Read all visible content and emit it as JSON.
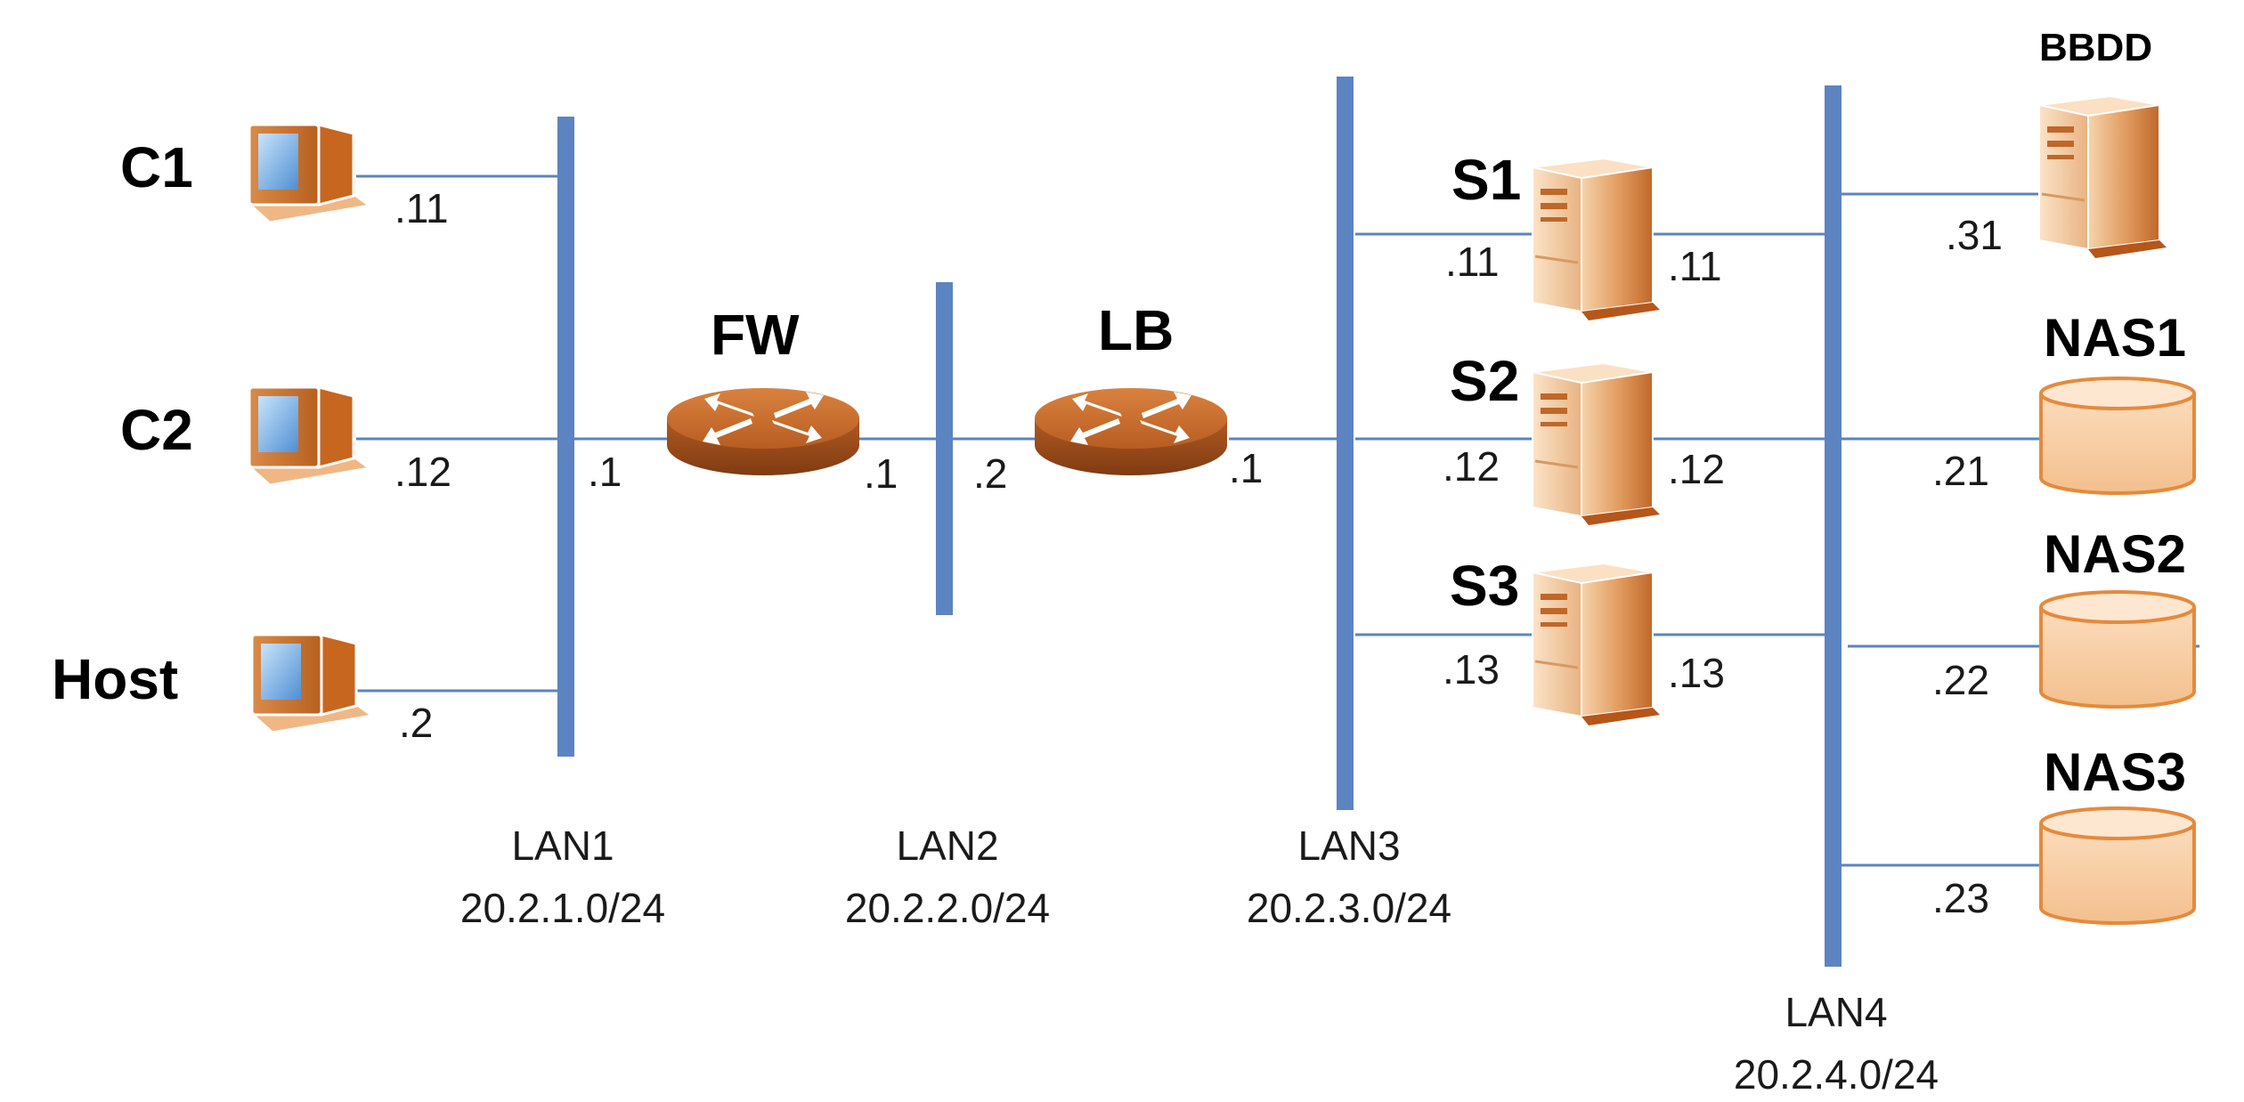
{
  "colors": {
    "bus": "#5b84c0",
    "link": "#5b84c0",
    "device_orange": "#c0672a",
    "device_light": "#f3c99c",
    "screen_blue": "#7fb6e8"
  },
  "lans": [
    {
      "name": "LAN1",
      "subnet": "20.2.1.0/24"
    },
    {
      "name": "LAN2",
      "subnet": "20.2.2.0/24"
    },
    {
      "name": "LAN3",
      "subnet": "20.2.3.0/24"
    },
    {
      "name": "LAN4",
      "subnet": "20.2.4.0/24"
    }
  ],
  "clients": [
    {
      "name": "C1",
      "addr": ".11",
      "icon": "desktop-pc-icon"
    },
    {
      "name": "C2",
      "addr": ".12",
      "icon": "desktop-pc-icon"
    },
    {
      "name": "Host",
      "addr": ".2",
      "icon": "desktop-pc-icon"
    }
  ],
  "routers": [
    {
      "name": "FW",
      "left_addr": ".1",
      "right_addr": ".1",
      "icon": "router-icon"
    },
    {
      "name": "LB",
      "left_addr": ".2",
      "right_addr": ".1",
      "icon": "router-icon"
    }
  ],
  "servers": [
    {
      "name": "S1",
      "left_addr": ".11",
      "right_addr": ".11",
      "icon": "server-tower-icon"
    },
    {
      "name": "S2",
      "left_addr": ".12",
      "right_addr": ".12",
      "icon": "server-tower-icon"
    },
    {
      "name": "S3",
      "left_addr": ".13",
      "right_addr": ".13",
      "icon": "server-tower-icon"
    }
  ],
  "storage": [
    {
      "name": "BBDD",
      "addr": ".31",
      "icon": "database-server-icon"
    },
    {
      "name": "NAS1",
      "addr": ".21",
      "icon": "nas-cylinder-icon"
    },
    {
      "name": "NAS2",
      "addr": ".22",
      "icon": "nas-cylinder-icon"
    },
    {
      "name": "NAS3",
      "addr": ".23",
      "icon": "nas-cylinder-icon"
    }
  ]
}
